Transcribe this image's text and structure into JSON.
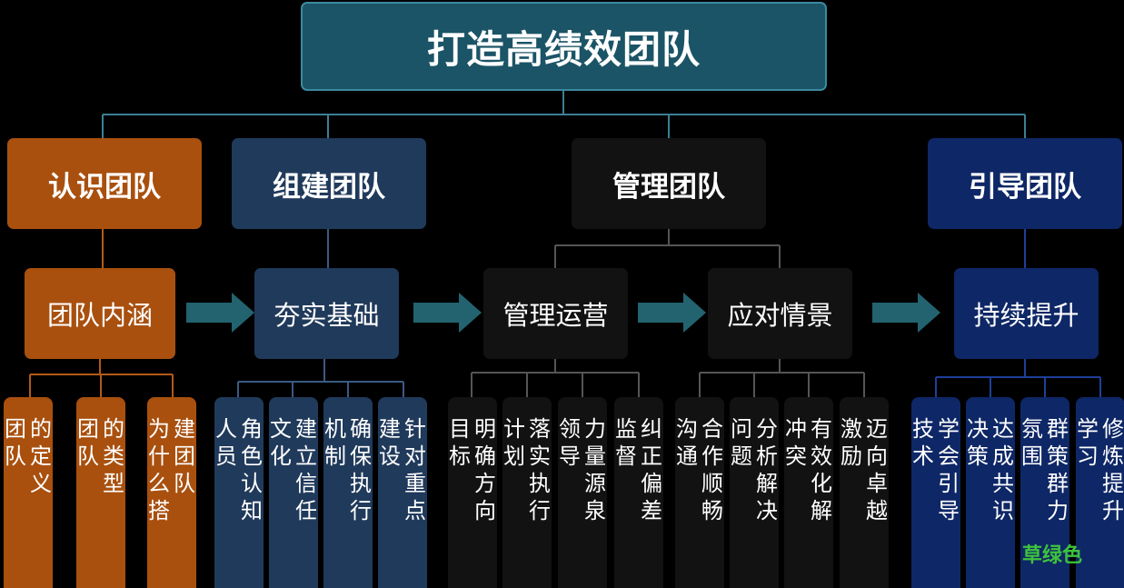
{
  "title": "打造高绩效团队",
  "categories": [
    {
      "label": "认识团队",
      "color": "#a9500f"
    },
    {
      "label": "组建团队",
      "color": "#203a5b"
    },
    {
      "label": "管理团队",
      "color": "#121212"
    },
    {
      "label": "引导团队",
      "color": "#0e2766"
    }
  ],
  "stages": [
    "团队内涵",
    "夯实基础",
    "管理运营",
    "应对情景",
    "持续提升"
  ],
  "leaves": {
    "recognize": [
      {
        "a": "团队",
        "b": "的定义"
      },
      {
        "a": "团队",
        "b": "的类型"
      },
      {
        "a": "为什么搭",
        "b": "建团队"
      }
    ],
    "build": [
      {
        "a": "人员",
        "b": "角色认知"
      },
      {
        "a": "文化",
        "b": "建立信任"
      },
      {
        "a": "机制",
        "b": "确保执行"
      },
      {
        "a": "建设",
        "b": "针对重点"
      }
    ],
    "operate": [
      {
        "a": "目标",
        "b": "明确方向"
      },
      {
        "a": "计划",
        "b": "落实执行"
      },
      {
        "a": "领导",
        "b": "力量源泉"
      },
      {
        "a": "监督",
        "b": "纠正偏差"
      }
    ],
    "respond": [
      {
        "a": "沟通",
        "b": "合作顺畅"
      },
      {
        "a": "问题",
        "b": "分析解决"
      },
      {
        "a": "冲突",
        "b": "有效化解"
      },
      {
        "a": "激励",
        "b": "迈向卓越"
      }
    ],
    "lead": [
      {
        "a": "技术",
        "b": "学会引导"
      },
      {
        "a": "决策",
        "b": "达成共识"
      },
      {
        "a": "氛围",
        "b": "群策群力"
      },
      {
        "a": "学习",
        "b": "修炼提升"
      }
    ]
  },
  "watermark": "草绿色"
}
